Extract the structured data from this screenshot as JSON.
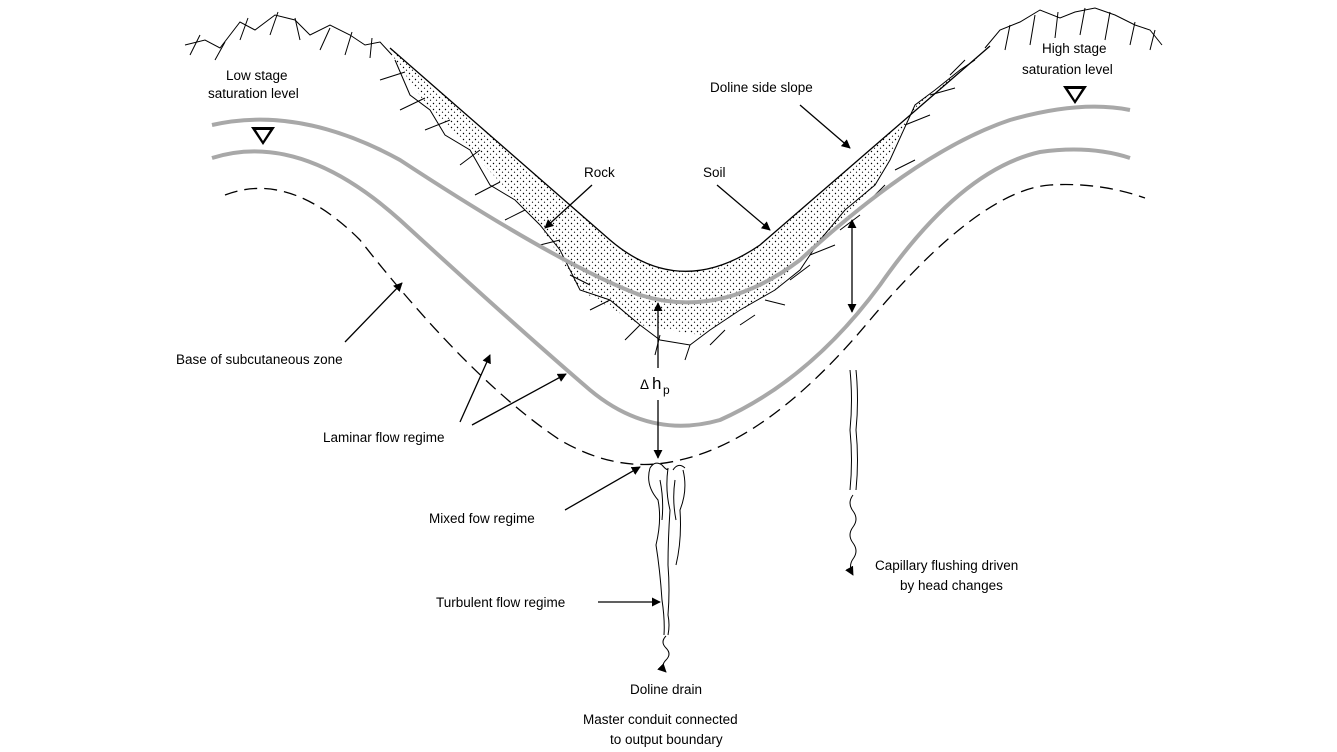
{
  "labels": {
    "low_stage_1": "Low stage",
    "low_stage_2": "saturation level",
    "high_stage_1": "High stage",
    "high_stage_2": "saturation level",
    "doline_side_slope": "Doline side slope",
    "rock": "Rock",
    "soil": "Soil",
    "base_subcutaneous": "Base of subcutaneous zone",
    "laminar_flow": "Laminar flow regime",
    "delta": "Δ",
    "h": "h",
    "p": "p",
    "mixed_flow": "Mixed fow regime",
    "turbulent_flow": "Turbulent flow regime",
    "capillary_1": "Capillary flushing driven",
    "capillary_2": "by head changes",
    "doline_drain": "Doline drain",
    "master_1": "Master conduit connected",
    "master_2": "to output boundary"
  },
  "icons": {
    "water_table_marker": "inverted-triangle-icon"
  }
}
